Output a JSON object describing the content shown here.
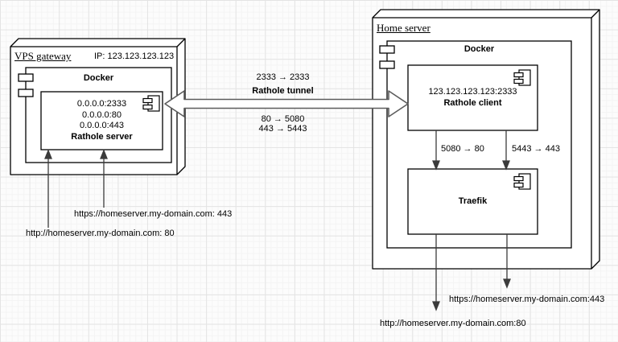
{
  "vps_node": {
    "title": "VPS gateway",
    "ip_label": "IP: 123.123.123.123",
    "docker": {
      "label": "Docker",
      "rathole_server": {
        "bindings": [
          "0.0.0.0:2333",
          "0.0.0.0:80",
          "0.0.0.0:443"
        ],
        "name": "Rathole server"
      }
    },
    "incoming_requests": {
      "https": "https://homeserver.my-domain.com: 443",
      "http": "http://homeserver.my-domain.com: 80"
    }
  },
  "tunnel": {
    "control_ports": "2333 → 2333",
    "name": "Rathole tunnel",
    "forwarded_ports": [
      "80 → 5080",
      "443 → 5443"
    ]
  },
  "home_node": {
    "title": "Home server",
    "docker": {
      "label": "Docker",
      "rathole_client": {
        "remote_address": "123.123.123.123:2333",
        "name": "Rathole client"
      },
      "port_maps": [
        "5080 → 80",
        "5443 → 443"
      ],
      "traefik": {
        "name": "Traefik"
      }
    },
    "routed_urls": {
      "https": "https://homeserver.my-domain.com:443",
      "http": "http://homeserver.my-domain.com:80"
    }
  }
}
